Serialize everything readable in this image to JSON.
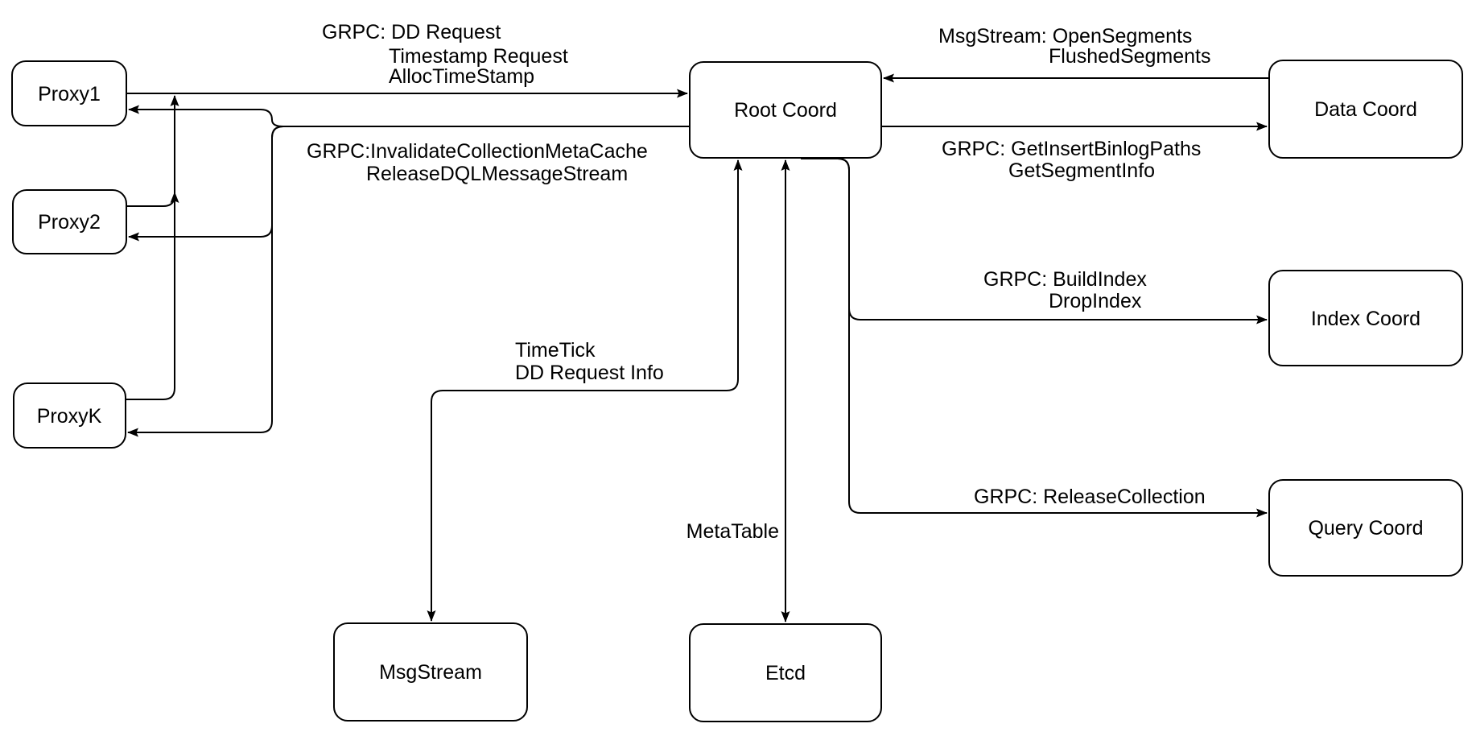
{
  "diagram": {
    "type": "architecture-diagram",
    "colors": {
      "background": "#ffffff",
      "stroke": "#000000",
      "text": "#000000"
    },
    "nodes": {
      "proxy1": {
        "label": "Proxy1"
      },
      "proxy2": {
        "label": "Proxy2"
      },
      "proxyk": {
        "label": "ProxyK"
      },
      "root_coord": {
        "label": "Root Coord"
      },
      "data_coord": {
        "label": "Data Coord"
      },
      "index_coord": {
        "label": "Index Coord"
      },
      "query_coord": {
        "label": "Query Coord"
      },
      "msgstream": {
        "label": "MsgStream"
      },
      "etcd": {
        "label": "Etcd"
      }
    },
    "edge_labels": {
      "proxies_to_root": {
        "line1": "GRPC: DD Request",
        "line2": "Timestamp Request",
        "line3": "AllocTimeStamp"
      },
      "root_to_proxies": {
        "line1": "GRPC:InvalidateCollectionMetaCache",
        "line2": "ReleaseDQLMessageStream"
      },
      "data_to_root": {
        "line1": "MsgStream: OpenSegments",
        "line2": "FlushedSegments"
      },
      "root_to_data": {
        "line1": "GRPC: GetInsertBinlogPaths",
        "line2": "GetSegmentInfo"
      },
      "root_to_index": {
        "line1": "GRPC: BuildIndex",
        "line2": "DropIndex"
      },
      "root_to_query": {
        "line1": "GRPC: ReleaseCollection"
      },
      "root_to_msgstream": {
        "line1": "TimeTick",
        "line2": "DD Request Info"
      },
      "root_to_etcd": {
        "line1": "MetaTable"
      }
    }
  }
}
